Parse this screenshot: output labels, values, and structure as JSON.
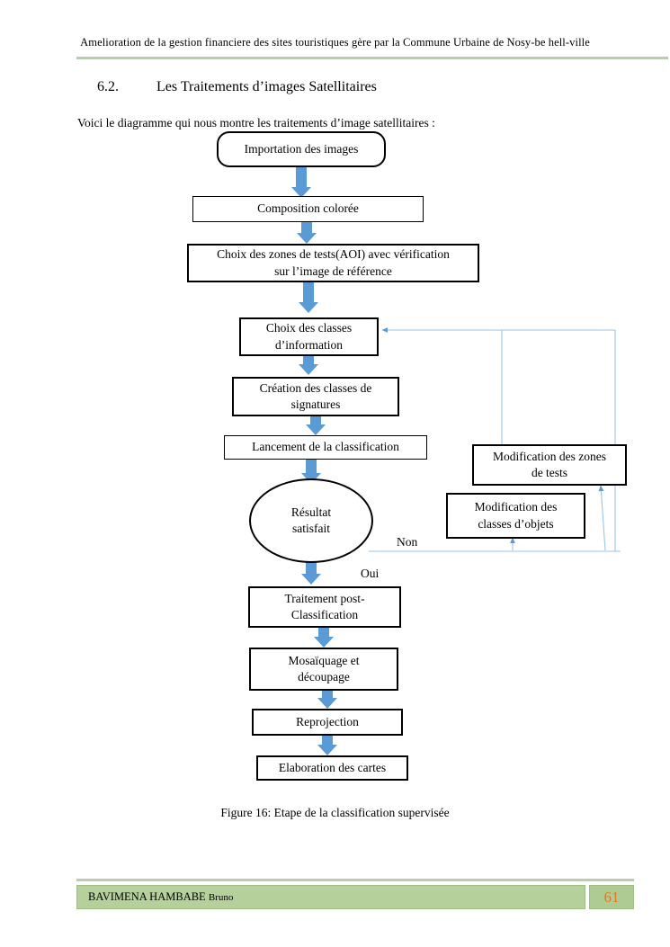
{
  "header": {
    "running_title": "Amelioration de la gestion financiere des sites touristiques gère par la Commune Urbaine de Nosy-be hell-ville"
  },
  "section": {
    "number": "6.2.",
    "title": "Les Traitements d’images Satellitaires",
    "intro": "Voici le diagramme qui nous montre les traitements d’image satellitaires :"
  },
  "figure": {
    "caption": "Figure 16: Etape de la classification supervisée"
  },
  "footer": {
    "author_first": "BAVIMENA HAMBABE ",
    "author_last": "Bruno",
    "page_number": "61"
  },
  "colors": {
    "header_rule": "#b6ceac",
    "footer_bar": "#b5d09a",
    "footer_page_bar": "#aecb93",
    "page_number_text": "#e8761f",
    "arrow_blue": "#5b9bd5",
    "connector_blue": "#9dc3e6",
    "node_border": "#000000"
  },
  "flowchart": {
    "type": "flowchart",
    "title": "Etape de la classification supervisée",
    "nodes": [
      {
        "id": "n1",
        "label": "Importation des images",
        "shape": "rounded-rect"
      },
      {
        "id": "n2",
        "label": "Composition colorée",
        "shape": "rect"
      },
      {
        "id": "n3",
        "label": "Choix des zones de tests(AOI) avec vérification sur l’image de référence",
        "shape": "rect"
      },
      {
        "id": "n4",
        "label": "Choix des classes d’information",
        "shape": "rect"
      },
      {
        "id": "n5",
        "label": "Création des classes de signatures",
        "shape": "rect"
      },
      {
        "id": "n6",
        "label": "Lancement de la classification",
        "shape": "rect"
      },
      {
        "id": "n7",
        "label": "Résultat satisfait",
        "shape": "ellipse"
      },
      {
        "id": "n8",
        "label": "Traitement post-Classification",
        "shape": "rect"
      },
      {
        "id": "n9",
        "label": "Mosaïquage et découpage",
        "shape": "rect"
      },
      {
        "id": "n10",
        "label": "Reprojection",
        "shape": "rect"
      },
      {
        "id": "n11",
        "label": "Elaboration des cartes",
        "shape": "rect"
      },
      {
        "id": "n12",
        "label": "Modification des zones de tests",
        "shape": "rect"
      },
      {
        "id": "n13",
        "label": "Modification des classes d’objets",
        "shape": "rect"
      }
    ],
    "node_lines": {
      "n1": [
        "Importation des images"
      ],
      "n2": [
        "Composition colorée"
      ],
      "n3": [
        "Choix des zones de tests(AOI) avec vérification",
        "sur l’image de référence"
      ],
      "n4": [
        "Choix des classes",
        "d’information"
      ],
      "n5": [
        "Création des classes de",
        "signatures"
      ],
      "n6": [
        "Lancement de la classification"
      ],
      "n7": [
        "Résultat",
        "satisfait"
      ],
      "n8": [
        "Traitement post-",
        "Classification"
      ],
      "n9": [
        "Mosaïquage et",
        "découpage"
      ],
      "n10": [
        "Reprojection"
      ],
      "n11": [
        "Elaboration des cartes"
      ],
      "n12": [
        "Modification des zones",
        "de tests"
      ],
      "n13": [
        "Modification des",
        "classes d’objets"
      ]
    },
    "edge_labels": {
      "non": "Non",
      "oui": "Oui"
    },
    "edges": [
      {
        "from": "n1",
        "to": "n2",
        "style": "block-arrow"
      },
      {
        "from": "n2",
        "to": "n3",
        "style": "block-arrow"
      },
      {
        "from": "n3",
        "to": "n4",
        "style": "block-arrow"
      },
      {
        "from": "n4",
        "to": "n5",
        "style": "block-arrow"
      },
      {
        "from": "n5",
        "to": "n6",
        "style": "block-arrow"
      },
      {
        "from": "n6",
        "to": "n7",
        "style": "block-arrow"
      },
      {
        "from": "n7",
        "to": "n8",
        "style": "block-arrow",
        "label": "Oui"
      },
      {
        "from": "n8",
        "to": "n9",
        "style": "block-arrow"
      },
      {
        "from": "n9",
        "to": "n10",
        "style": "block-arrow"
      },
      {
        "from": "n10",
        "to": "n11",
        "style": "block-arrow"
      },
      {
        "from": "n7",
        "to": "n13",
        "style": "thin-arrow",
        "label": "Non"
      },
      {
        "from": "n7",
        "to": "n12",
        "style": "thin-arrow",
        "label": "Non"
      },
      {
        "from": "n12",
        "to": "n4",
        "style": "thin-arrow"
      },
      {
        "from": "n13",
        "to": "n4",
        "style": "thin-arrow"
      }
    ]
  }
}
